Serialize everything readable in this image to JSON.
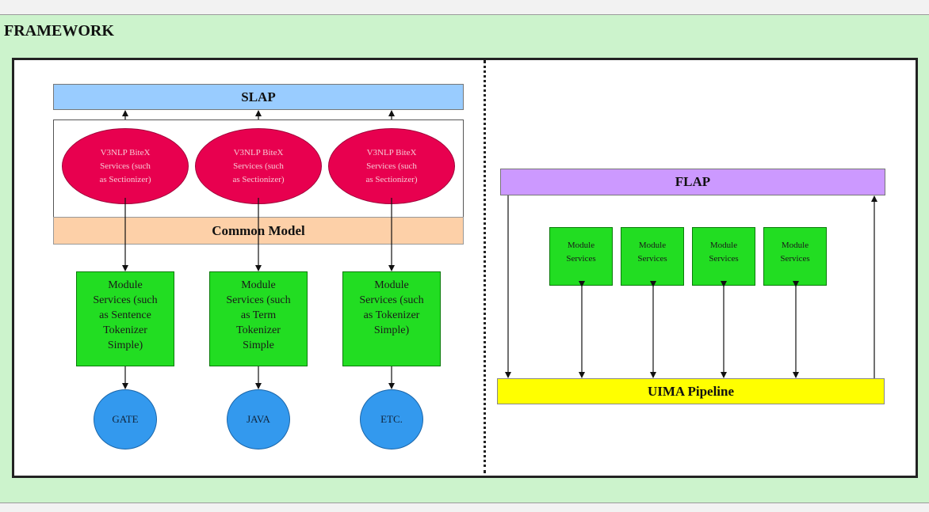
{
  "header": {
    "title": "FRAMEWORK"
  },
  "left": {
    "slap_label": "SLAP",
    "common_model_label": "Common Model",
    "ellipses": [
      {
        "lines": [
          "V3NLP BiteX",
          "Services (such",
          "as Sectionizer)"
        ]
      },
      {
        "lines": [
          "V3NLP BiteX",
          "Services (such",
          "as Sectionizer)"
        ]
      },
      {
        "lines": [
          "V3NLP BiteX",
          "Services (such",
          "as Sectionizer)"
        ]
      }
    ],
    "modules": [
      {
        "lines": [
          "Module",
          "Services (such",
          "as Sentence",
          "Tokenizer",
          "Simple)"
        ]
      },
      {
        "lines": [
          "Module",
          "Services (such",
          "as Term",
          "Tokenizer",
          "Simple"
        ]
      },
      {
        "lines": [
          "Module",
          "Services (such",
          "as Tokenizer",
          "Simple)"
        ]
      }
    ],
    "backends": [
      {
        "label": "GATE"
      },
      {
        "label": "JAVA"
      },
      {
        "label": "ETC."
      }
    ]
  },
  "right": {
    "flap_label": "FLAP",
    "uima_label": "UIMA Pipeline",
    "modules": [
      {
        "lines": [
          "Module",
          "Services"
        ]
      },
      {
        "lines": [
          "Module",
          "Services"
        ]
      },
      {
        "lines": [
          "Module",
          "Services"
        ]
      },
      {
        "lines": [
          "Module",
          "Services"
        ]
      }
    ]
  },
  "colors": {
    "slap": "#99ccff",
    "common_model": "#fdd0a8",
    "ellipse": "#e8004f",
    "module": "#22dd22",
    "backend": "#3399ee",
    "flap": "#cc99ff",
    "uima": "#ffff00",
    "band": "#ccf3cc"
  }
}
